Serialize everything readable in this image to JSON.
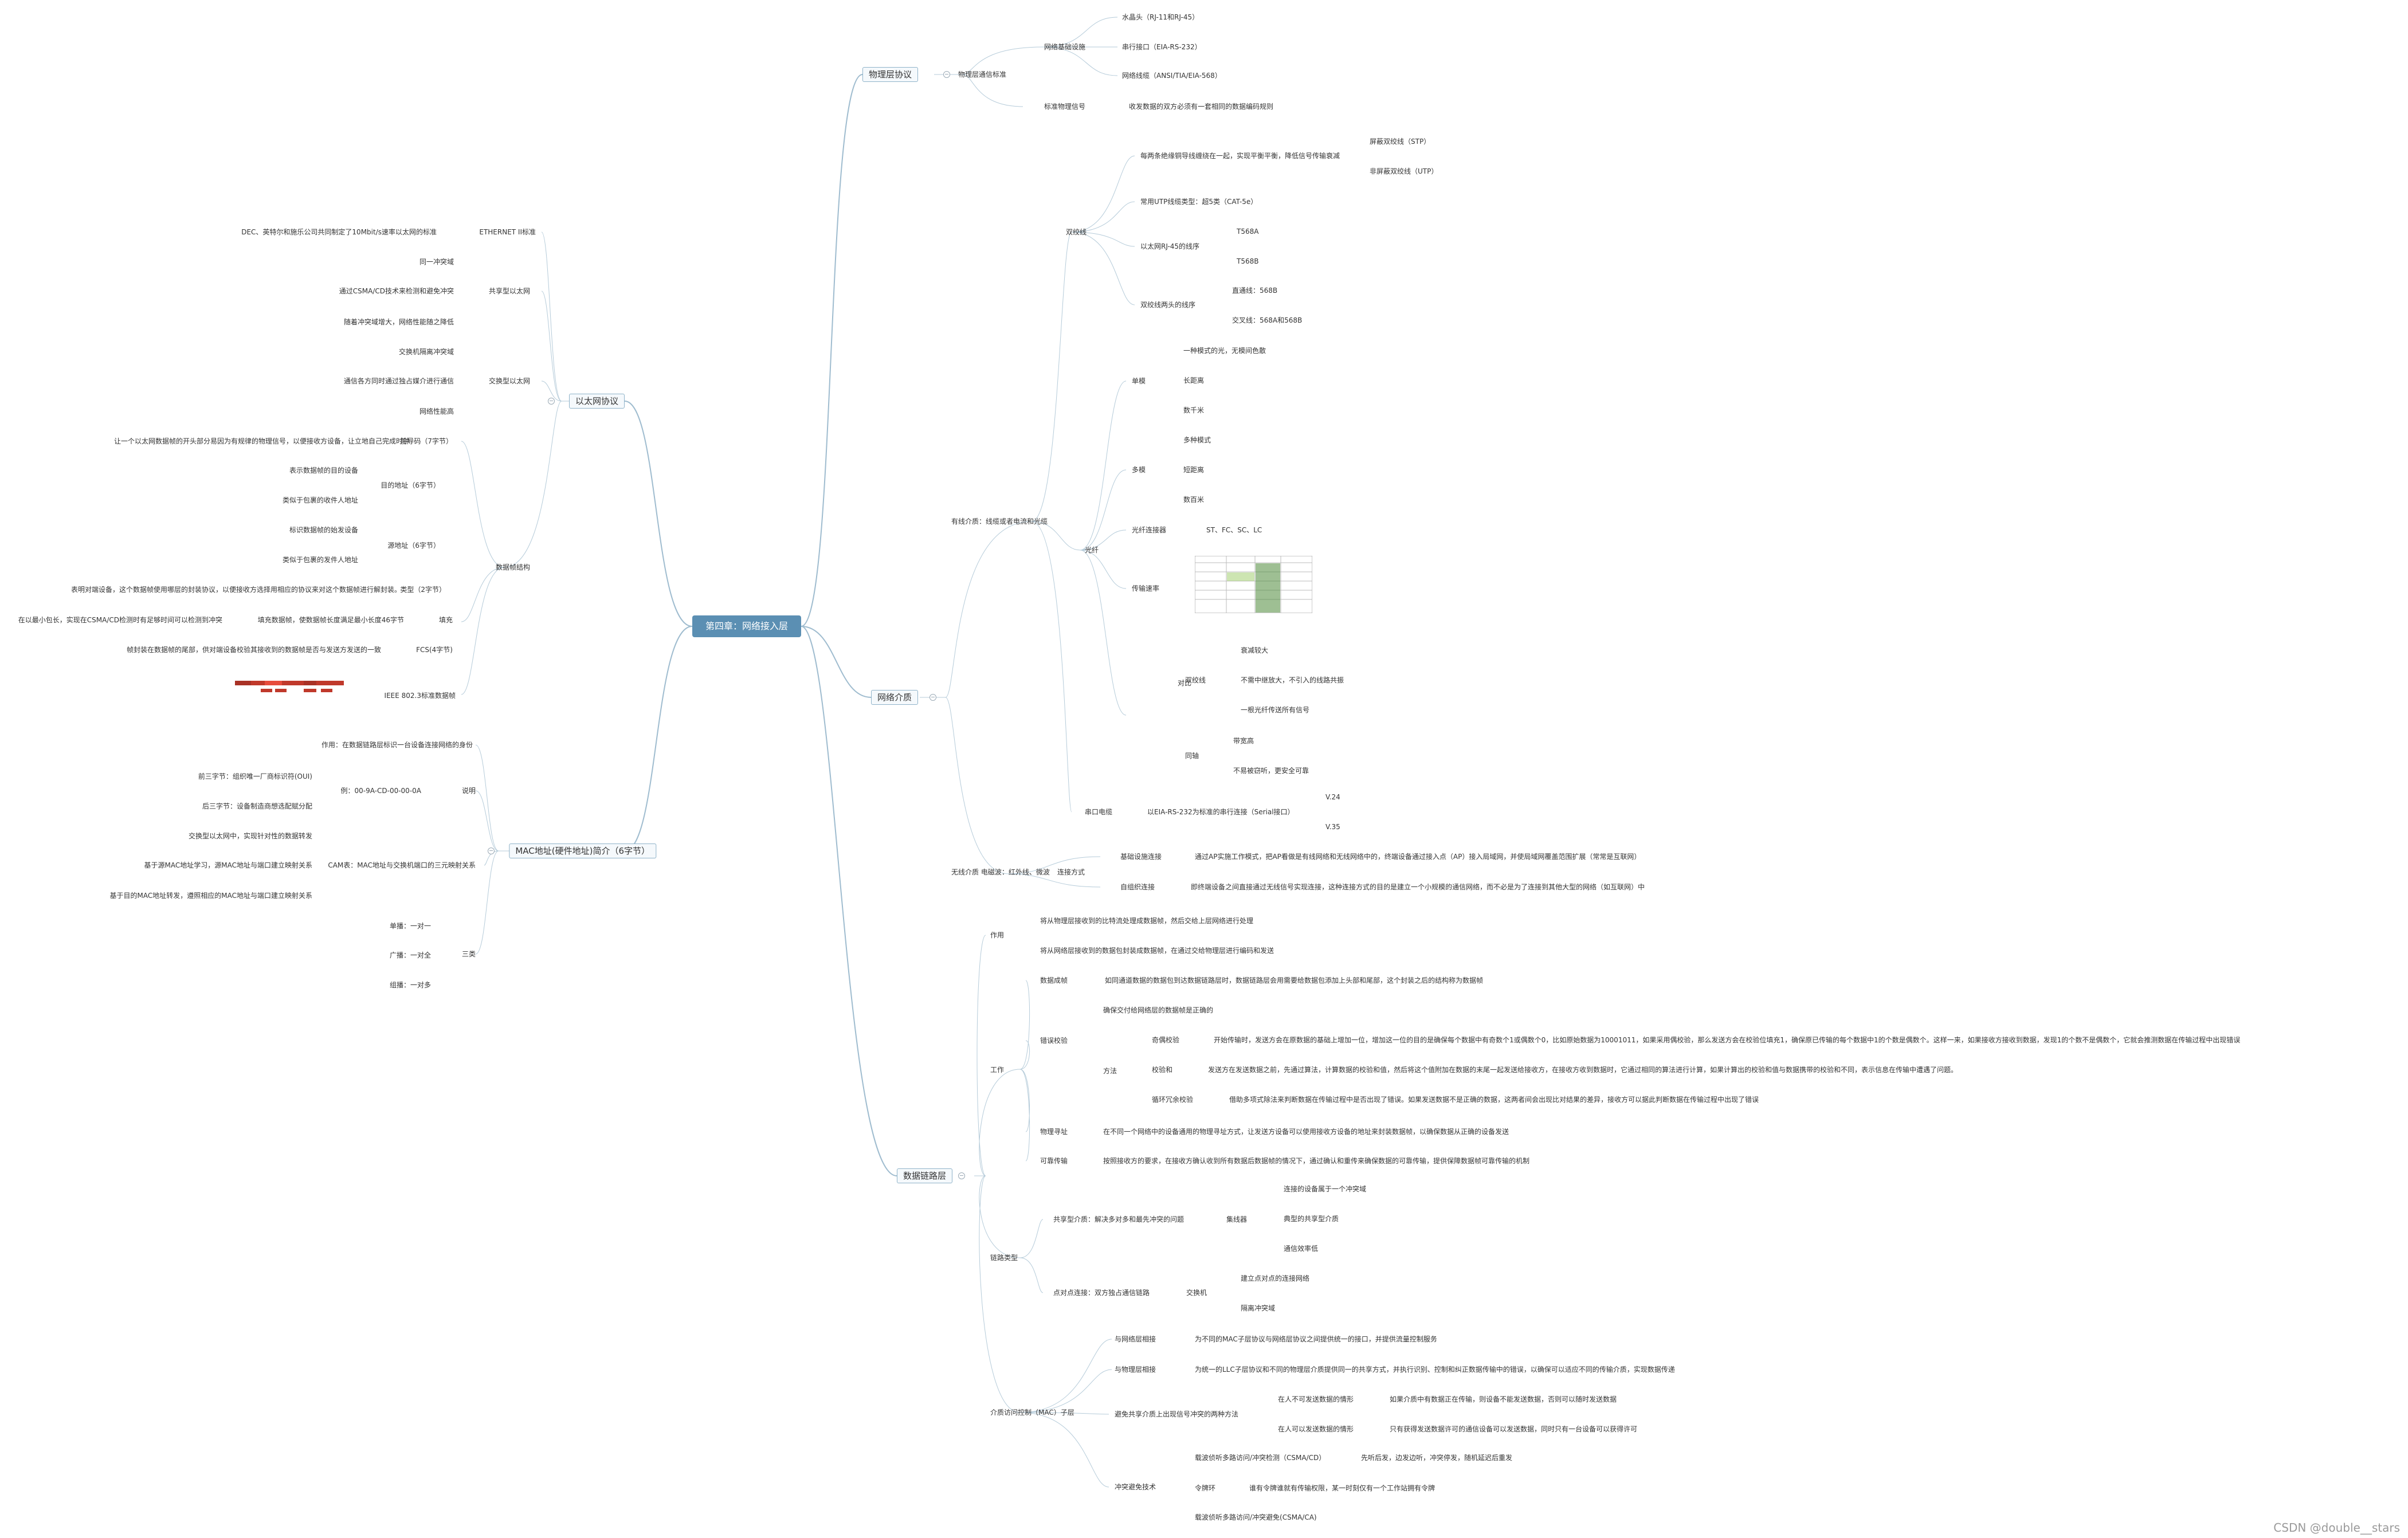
{
  "root": "第四章：网络接入层",
  "branches": {
    "physical": "物理层协议",
    "ethernet": "以太网协议",
    "medium": "网络介质",
    "mac": "MAC地址(硬件地址)简介（6字节）",
    "datalink": "数据链路层"
  },
  "physical": {
    "std": "物理层通信标准",
    "facility": "网络基础设施",
    "rj45": "水晶头（RJ-11和RJ-45）",
    "serial": "串行接口（EIA-RS-232）",
    "cabling": "网络线缆（ANSI/TIA/EIA-568）",
    "signal": "标准物理信号",
    "signal_desc": "收发数据的双方必须有一套相同的数据编码规则"
  },
  "ethernet": {
    "e2": "ETHERNET II标准",
    "e2_desc": "DEC、英特尔和施乐公司共同制定了10Mbit/s速率以太网的标准",
    "shared": "共享型以太网",
    "shared_1": "同一冲突域",
    "shared_2": "通过CSMA/CD技术来检测和避免冲突",
    "shared_3": "随着冲突域增大，网络性能随之降低",
    "switched": "交换型以太网",
    "switched_1": "交换机隔离冲突域",
    "switched_2": "通信各方同时通过独占媒介进行通信",
    "switched_3": "网络性能高",
    "frame": "数据帧结构",
    "preamble": "前导码（7字节）",
    "preamble_desc": "让一个以太网数据帧的开头部分易因为有规律的物理信号，以便接收方设备，让立地自己完成时钟",
    "dst": "目的地址（6字节）",
    "dst_1": "表示数据帧的目的设备",
    "dst_2": "类似于包裹的收件人地址",
    "src": "源地址（6字节）",
    "src_1": "标识数据帧的始发设备",
    "src_2": "类似于包裹的发件人地址",
    "type": "类型（2字节）",
    "type_desc": "表明对端设备，这个数据帧使用哪层的封装协议，以便接收方选择用相应的协议来对这个数据帧进行解封装。",
    "pad": "填充",
    "pad_desc": "填充数据帧，使数据帧长度满足最小长度46字节",
    "pad_note": "在以最小包长，实现在CSMA/CD检测时有足够时间可以检测到冲突",
    "fcs": "FCS(4字节)",
    "fcs_desc": "帧封装在数据帧的尾部，供对端设备校验其接收到的数据帧是否与发送方发送的一致",
    "ieee": "IEEE 802.3标准数据帧"
  },
  "mac": {
    "role": "作用：在数据链路层标识一台设备连接网络的身份",
    "explain": "说明",
    "example": "例：00-9A-CD-00-00-0A",
    "front": "前三字节：组织唯一厂商标识符(OUI)",
    "back": "后三字节：设备制造商想选配赋分配",
    "cam": "CAM表：MAC地址与交换机端口的三元映射关系",
    "cam_1": "交换型以太网中，实现针对性的数据转发",
    "cam_2": "基于源MAC地址学习，源MAC地址与端口建立映射关系",
    "cam_3": "基于目的MAC地址转发，遵照相应的MAC地址与端口建立映射关系",
    "kinds": "三类",
    "unicast": "单播：一对一",
    "broadcast": "广播：一对全",
    "multicast": "组播：一对多"
  },
  "medium": {
    "wired": "有线介质：线缆或者电流和光缆",
    "twisted": "双绞线",
    "twisted_1": "每两条绝缘铜导线缠绕在一起，实现平衡平衡，降低信号传输衰减",
    "stp": "屏蔽双绞线（STP）",
    "utp": "非屏蔽双绞线（UTP）",
    "cat": "常用UTP线缆类型：超5类（CAT-5e）",
    "rj45seq": "以太网RJ-45的线序",
    "t568a": "T568A",
    "t568b": "T568B",
    "ends": "双绞线两头的线序",
    "straight": "直通线：568B",
    "cross": "交叉线：568A和568B",
    "fiber": "光纤",
    "single": "单模",
    "single_1": "一种模式的光，无模间色散",
    "single_2": "长距离",
    "single_3": "数千米",
    "multi": "多模",
    "multi_1": "多种模式",
    "multi_2": "短距离",
    "multi_3": "数百米",
    "conn": "光纤连接器",
    "conn_types": "ST、FC、SC、LC",
    "chart": "传输速率",
    "compare": "对比",
    "twisted_cmp": "双绞线",
    "tc_1": "衰减较大",
    "tc_2": "不需中继放大，不引入的线路共振",
    "tc_3": "一根光纤传送所有信号",
    "fiber_cmp": "同轴",
    "fc_1": "带宽高",
    "fc_2": "不易被窃听，更安全可靠",
    "serialcable": "串口电缆",
    "serial_desc": "以EIA-RS-232为标准的串行连接（Serial接口）",
    "v24": "V.24",
    "v35": "V.35",
    "wireless": "无线介质 电磁波：红外线、微波",
    "connect": "连接方式",
    "infra": "基础设施连接",
    "infra_desc": "通过AP实施工作模式，把AP看做是有线网络和无线网络中的，终端设备通过接入点（AP）接入局域网，并使局域网覆盖范围扩展（常常是互联网）",
    "adhoc": "自组织连接",
    "adhoc_desc": "即终端设备之间直接通过无线信号实现连接，这种连接方式的目的是建立一个小规模的通信网络，而不必是为了连接到其他大型的网络（如互联网）中"
  },
  "datalink": {
    "role": "作用",
    "role_1": "将从物理层接收到的比特流处理成数据帧，然后交给上层网络进行处理",
    "role_2": "将从网络层接收到的数据包封装成数据帧，在通过交给物理层进行编码和发送",
    "work": "工作",
    "encap": "数据成帧",
    "encap_desc": "如同通道数据的数据包到达数据链路层时，数据链路层会用需要给数据包添加上头部和尾部，这个封装之后的结构称为数据帧",
    "check": "错误校验",
    "check_desc": "确保交付给网络层的数据帧是正确的",
    "method": "方法",
    "parity": "奇偶校验",
    "parity_desc": "开始传输时，发送方会在原数据的基础上增加一位，增加这一位的目的是确保每个数据中有奇数个1或偶数个0，比如原始数据为10001011，如果采用偶校验，那么发送方会在校验位填充1，确保原已传输的每个数据中1的个数是偶数个。这样一来，如果接收方接收到数据，发现1的个数不是偶数个，它就会推测数据在传输过程中出现错误",
    "sum": "校验和",
    "sum_desc": "发送方在发送数据之前，先通过算法，计算数据的校验和值，然后将这个值附加在数据的末尾一起发送给接收方，在接收方收到数据时，它通过相同的算法进行计算，如果计算出的校验和值与数据携带的校验和不同，表示信息在传输中遭遇了问题。",
    "crc": "循环冗余校验",
    "crc_desc": "借助多项式除法来判断数据在传输过程中是否出现了错误。如果发送数据不是正确的数据，这两者间会出现比对结果的差异，接收方可以据此判断数据在传输过程中出现了错误",
    "addr": "物理寻址",
    "addr_desc": "在不同一个网络中的设备通用的物理寻址方式，让发送方设备可以使用接收方设备的地址来封装数据帧，以确保数据从正确的设备发送",
    "reliable": "可靠传输",
    "reliable_desc": "按照接收方的要求，在接收方确认收到所有数据后数据帧的情况下，通过确认和重传来确保数据的可靠传输，提供保障数据帧可靠传输的机制",
    "topo": "链路类型",
    "shared": "共享型介质：解决多对多和最先冲突的问题",
    "bus": "集线器",
    "bus_1": "连接的设备属于一个冲突域",
    "bus_2": "典型的共享型介质",
    "bus_3": "通信效率低",
    "p2p": "点对点连接：双方独占通信链路",
    "switch": "交换机",
    "switch_1": "建立点对点的连接网络",
    "switch_2": "隔离冲突域",
    "macsub": "介质访问控制（MAC）子层",
    "llc_up": "与网络层相接",
    "llc_up_desc": "为不同的MAC子层协议与网络层协议之间提供统一的接口，并提供流量控制服务",
    "llc_down": "与物理层相接",
    "llc_down_desc": "为统一的LLC子层协议和不同的物理层介质提供同一的共享方式，并执行识别、控制和纠正数据传输中的错误，以确保可以适应不同的传输介质，实现数据传递",
    "conflict": "避免共享介质上出现信号冲突的两种方法",
    "c1": "在人不可发送数据的情形",
    "c1_desc": "如果介质中有数据正在传输，则设备不能发送数据，否则可以随时发送数据",
    "c2": "在人可以发送数据的情形",
    "c2_desc": "只有获得发送数据许可的通信设备可以发送数据，同时只有一台设备可以获得许可",
    "avoid": "冲突避免技术",
    "csmacd": "载波侦听多路访问/冲突检测（CSMA/CD）",
    "csmacd_desc": "先听后发，边发边听，冲突停发，随机延迟后重发",
    "token": "令牌环",
    "token_desc": "谁有令牌谁就有传输权限，某一时刻仅有一个工作站拥有令牌",
    "csmaca": "载波侦听多路访问/冲突避免(CSMA/CA)"
  },
  "watermark": "CSDN @double__stars",
  "colors": {
    "root": "#5b8fb3",
    "line": "#9fbccf",
    "ieee_red": "#c0392b"
  }
}
